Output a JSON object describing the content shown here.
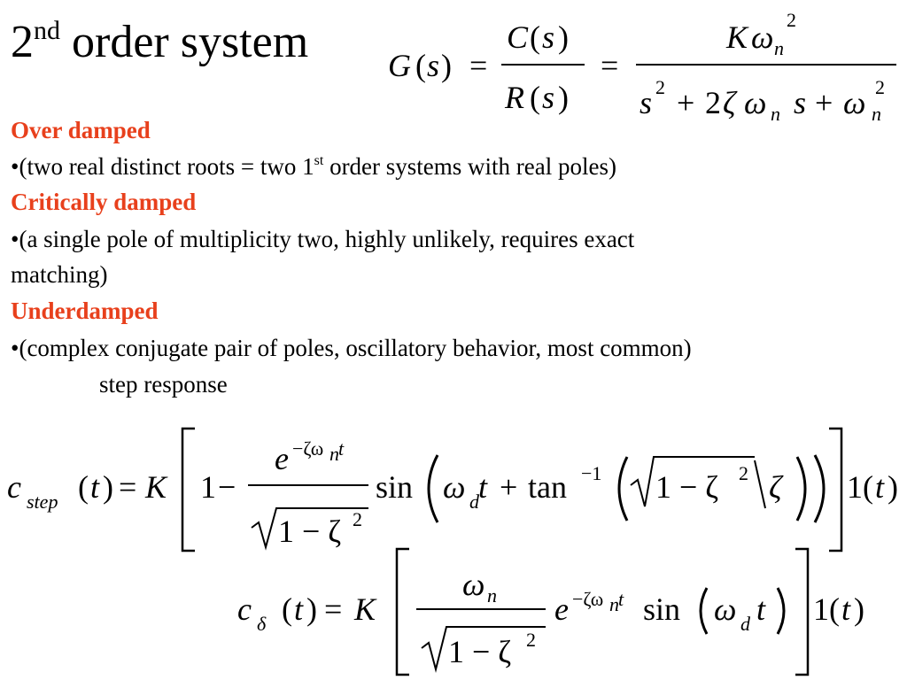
{
  "title": {
    "number": "2",
    "ordinal": "nd",
    "rest": "order system"
  },
  "transfer_function": {
    "G": "G",
    "s": "s",
    "C": "C",
    "R": "R",
    "K": "K",
    "omega": "ω",
    "n": "n",
    "zeta": "ζ",
    "two": "2",
    "equals": "=",
    "plus": "+",
    "lparen": "(",
    "rparen": ")"
  },
  "sections": {
    "over": {
      "heading": "Over damped",
      "bullet_pre": "•(two real distinct roots = two 1",
      "bullet_sup": "st",
      "bullet_post": " order systems with real poles)"
    },
    "critical": {
      "heading": "Critically damped",
      "bullet_line1": "•(a single pole of multiplicity two, highly unlikely, requires exact",
      "bullet_line2": "matching)"
    },
    "under": {
      "heading": "Underdamped",
      "bullet": "•(complex conjugate pair of poles, oscillatory behavior, most common)",
      "subline": "step response"
    }
  },
  "step_equation": {
    "c": "c",
    "sub": "step",
    "t": "t",
    "K": "K",
    "one": "1",
    "minus": "−",
    "e": "e",
    "exp": "−ζω",
    "exp_sub": "n",
    "exp_t": "t",
    "sqrt_body": "1 − ζ",
    "sq": "2",
    "sin": "sin",
    "omega": "ω",
    "d": "d",
    "plus": "+",
    "tan": "tan",
    "inv": "−1",
    "slash": "/",
    "zeta": "ζ",
    "unit": "1",
    "equals": "="
  },
  "impulse_equation": {
    "c": "c",
    "sub": "δ",
    "t": "t",
    "K": "K",
    "omega": "ω",
    "n": "n",
    "e": "e",
    "exp": "−ζω",
    "exp_sub": "n",
    "exp_t": "t",
    "sqrt_body": "1 − ζ",
    "sq": "2",
    "sin": "sin",
    "d": "d",
    "unit": "1",
    "equals": "="
  }
}
